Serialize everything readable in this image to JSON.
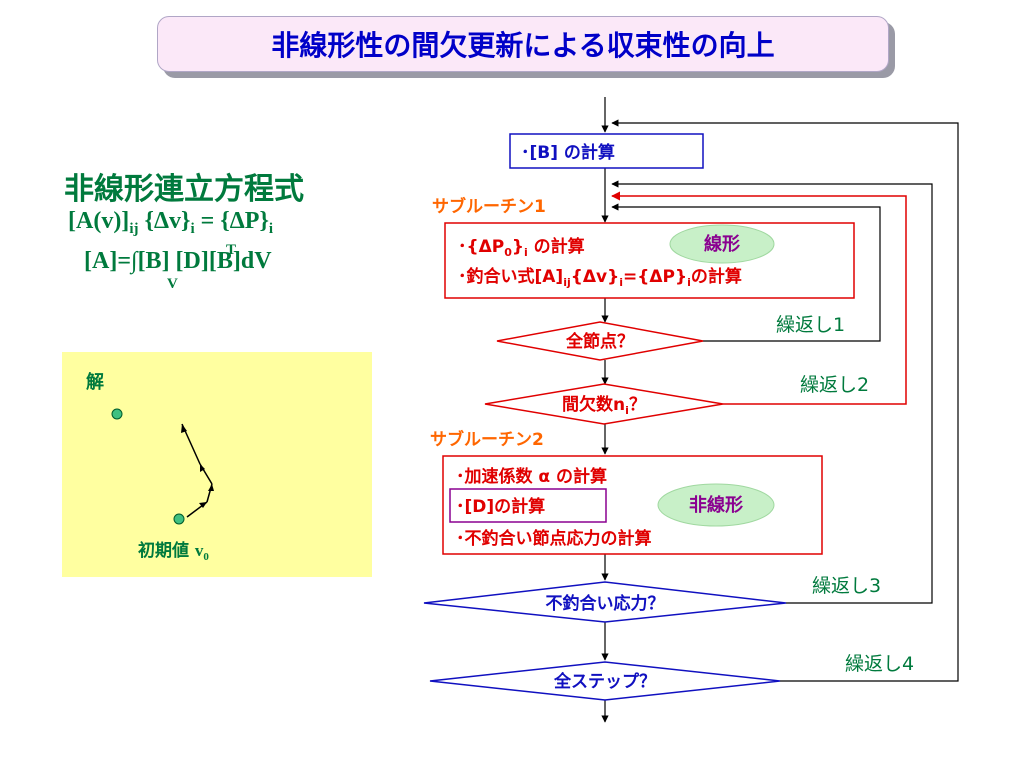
{
  "title": "非線形性の間欠更新による収束性の向上",
  "equations": {
    "heading": "非線形連立方程式",
    "eq1_a": "[A(v)]",
    "eq1_a_sub": "ij",
    "eq1_b": " {Δv}",
    "eq1_b_sub": "i",
    "eq1_c": " = {ΔP}",
    "eq1_c_sub": "i",
    "eq2_text": "[A]=∫[B] [D][B]dV",
    "eq2_sup": "T",
    "eq2_sub": "V"
  },
  "panel": {
    "solution_label": "解",
    "initial_label": "初期値",
    "initial_var": "v",
    "initial_var_sub": "0"
  },
  "flow": {
    "calc_b": "･[B] の計算",
    "sub1_label": "サブルーチン1",
    "sub1_line1": "･{ΔP",
    "sub1_line1_sub": "0",
    "sub1_line1_end": "}",
    "sub1_line1_sub2": "i",
    "sub1_line1_tail": " の計算",
    "sub1_line2_a": "･釣合い式[A]",
    "sub1_line2_sub1": "ij",
    "sub1_line2_b": "{Δv}",
    "sub1_line2_sub2": "i",
    "sub1_line2_c": "={ΔP}",
    "sub1_line2_sub3": "i",
    "sub1_line2_d": "の計算",
    "linear_badge": "線形",
    "all_nodes": "全節点？",
    "interval": "間欠数n",
    "interval_sub": "i",
    "interval_end": "？",
    "sub2_label": "サブルーチン2",
    "sub2_line1": "･加速係数 α の計算",
    "sub2_line2": "･[D]の計算",
    "sub2_line3": "･不釣合い節点応力の計算",
    "nonlinear_badge": "非線形",
    "unbalanced": "不釣合い応力？",
    "all_steps": "全ステップ？",
    "loop1": "繰返し1",
    "loop2": "繰返し2",
    "loop3": "繰返し3",
    "loop4": "繰返し4"
  },
  "colors": {
    "title_text": "#0000c8",
    "green": "#007a3d",
    "red": "#e00000",
    "orange": "#ff6600",
    "blue": "#0000c0",
    "badge_fill": "#c8f0c8",
    "badge_text": "#8a0090",
    "panel_bg": "#ffffa0"
  }
}
